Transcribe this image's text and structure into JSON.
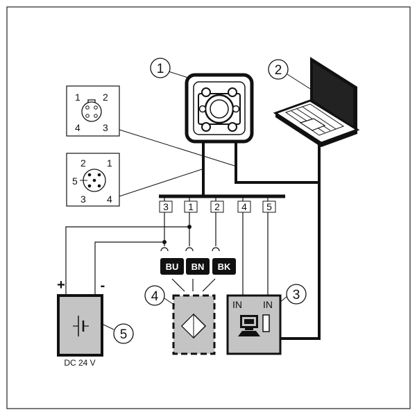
{
  "callouts": {
    "c1": "1",
    "c2": "2",
    "c3": "3",
    "c4": "4",
    "c5": "5"
  },
  "connector_4pin": {
    "p1": "1",
    "p2": "2",
    "p3": "3",
    "p4": "4"
  },
  "connector_5pin": {
    "p1": "1",
    "p2": "2",
    "p3": "3",
    "p4": "4",
    "p5": "5"
  },
  "terminals": [
    "3",
    "1",
    "2",
    "4",
    "5"
  ],
  "wire_tags": {
    "bu": "BU",
    "bn": "BN",
    "bk": "BK"
  },
  "power": {
    "plus": "+",
    "minus": "-",
    "label": "DC 24 V"
  },
  "plc": {
    "in_left": "IN",
    "in_right": "IN"
  }
}
